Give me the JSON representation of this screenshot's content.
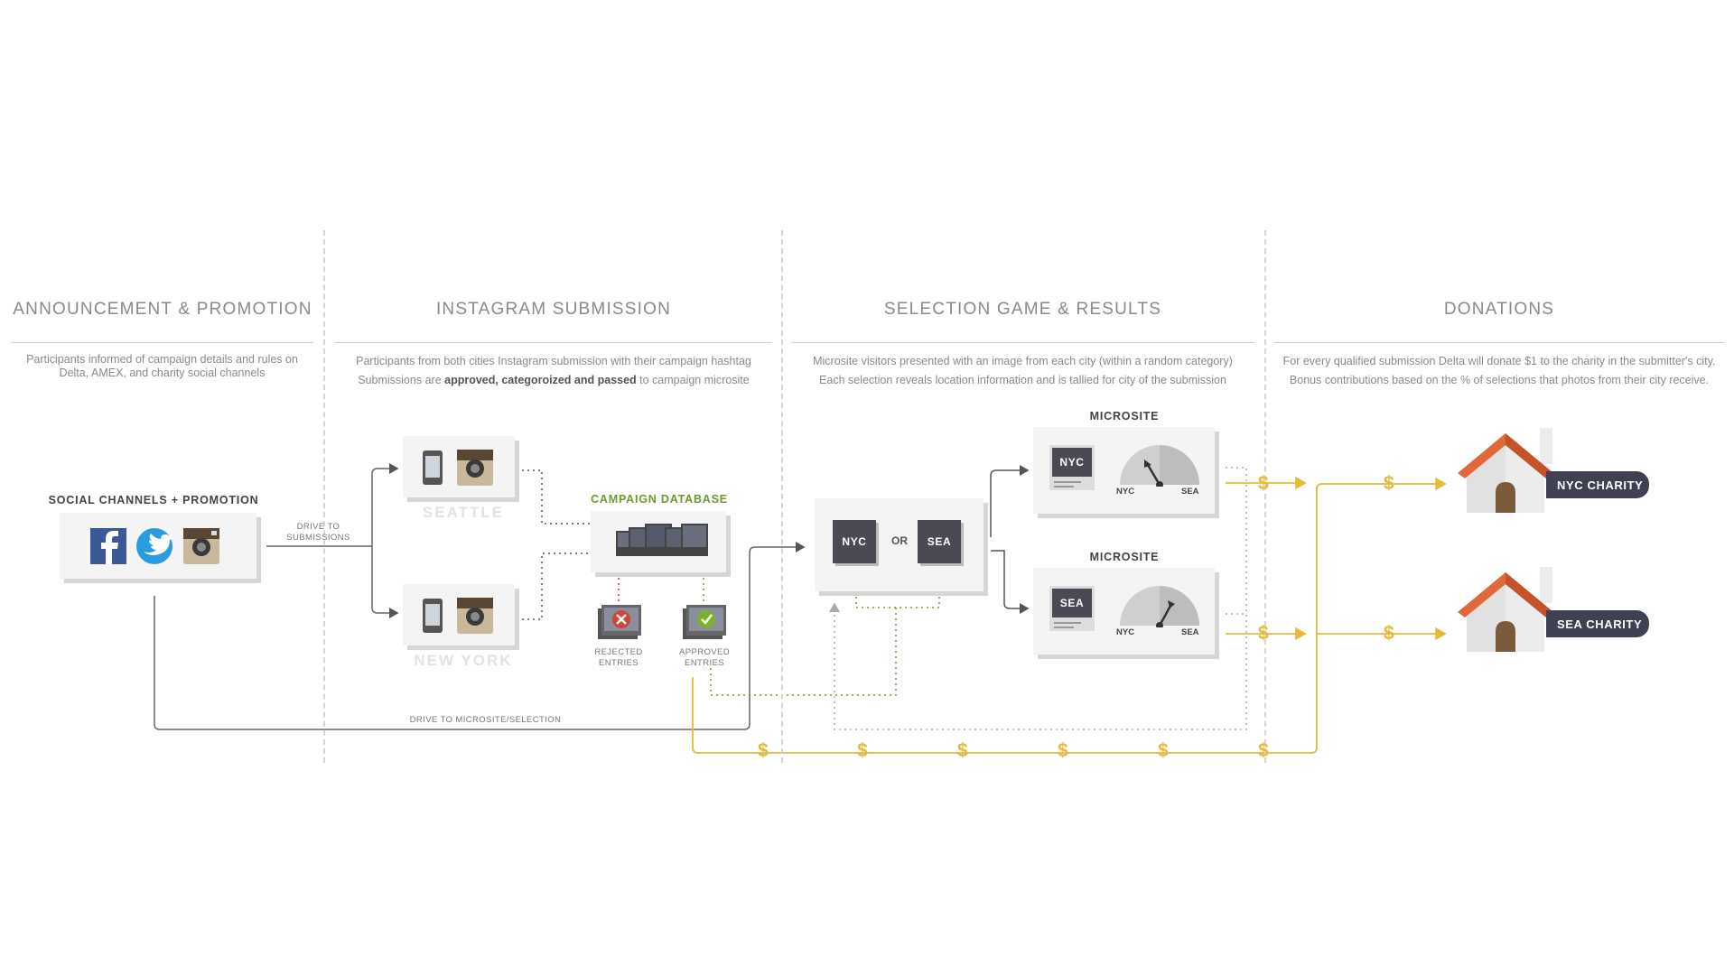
{
  "columns": [
    {
      "title": "ANNOUNCEMENT & PROMOTION",
      "desc1": "Participants informed of campaign details and rules on",
      "desc2": "Delta, AMEX, and charity social channels"
    },
    {
      "title": "INSTAGRAM SUBMISSION",
      "desc1": "Participants from both cities Instagram submission with their campaign hashtag",
      "desc2_pre": "Submissions are ",
      "desc2_bold": "approved, categoroized and passed",
      "desc2_post": " to campaign microsite"
    },
    {
      "title": "SELECTION GAME & RESULTS",
      "desc1": "Microsite visitors presented with an image from each city  (within a random category)",
      "desc2": "Each selection reveals location information and is tallied for city of the submission"
    },
    {
      "title": "DONATIONS",
      "desc1": "For every qualified submission Delta will donate $1 to the charity in the submitter's city.",
      "desc2": "Bonus contributions based on the % of selections that photos from their city receive."
    }
  ],
  "social": {
    "label": "SOCIAL CHANNELS + PROMOTION"
  },
  "drive_to_submissions": "DRIVE TO SUBMISSIONS",
  "drive_to_microsite": "DRIVE TO MICROSITE/SELECTION",
  "submission": {
    "seattle": "SEATTLE",
    "new_york": "NEW YORK"
  },
  "database": {
    "label": "CAMPAIGN DATABASE",
    "rejected": "REJECTED ENTRIES",
    "approved": "APPROVED ENTRIES"
  },
  "selection": {
    "left": "NYC",
    "or": "OR",
    "right": "SEA"
  },
  "microsites": [
    {
      "label": "MICROSITE",
      "city": "NYC",
      "gauge_left": "NYC",
      "gauge_right": "SEA"
    },
    {
      "label": "MICROSITE",
      "city": "SEA",
      "gauge_left": "NYC",
      "gauge_right": "SEA"
    }
  ],
  "charities": [
    {
      "label": "NYC CHARITY"
    },
    {
      "label": "SEA CHARITY"
    }
  ],
  "dollar_sign": "$",
  "colors": {
    "accent_green": "#6f9a2b",
    "gold": "#e8b83a",
    "roof": "#e0683a",
    "dark": "#3f4152"
  }
}
